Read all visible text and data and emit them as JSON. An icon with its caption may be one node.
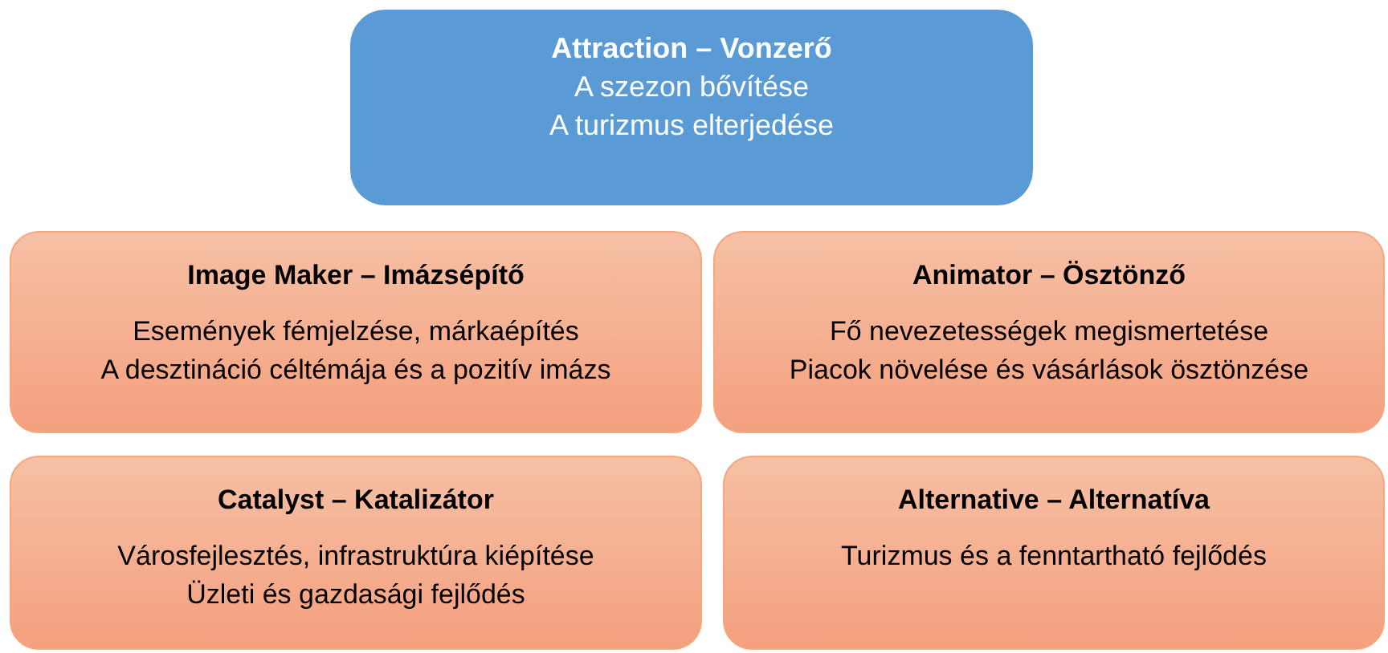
{
  "diagram": {
    "nodes": [
      {
        "text": [
          "Attraction – Vonzerő",
          "A szezon bővítése",
          "A turizmus elterjedése"
        ]
      },
      {
        "text": [
          "Image Maker – Imázsépítő",
          "Események fémjelzése, márkaépítés",
          "A desztináció céltémája és a pozitív imázs"
        ]
      },
      {
        "text": [
          "Animator – Ösztönző",
          "Fő nevezetességek megismertetése",
          "Piacok növelése és vásárlások ösztönzése"
        ]
      },
      {
        "text": [
          "Catalyst – Katalizátor",
          "Városfejlesztés, infrastruktúra kiépítése",
          "Üzleti és gazdasági fejlődés"
        ]
      },
      {
        "text": [
          "Alternative – Alternatíva",
          "Turizmus és a fenntartható fejlődés"
        ]
      }
    ]
  }
}
